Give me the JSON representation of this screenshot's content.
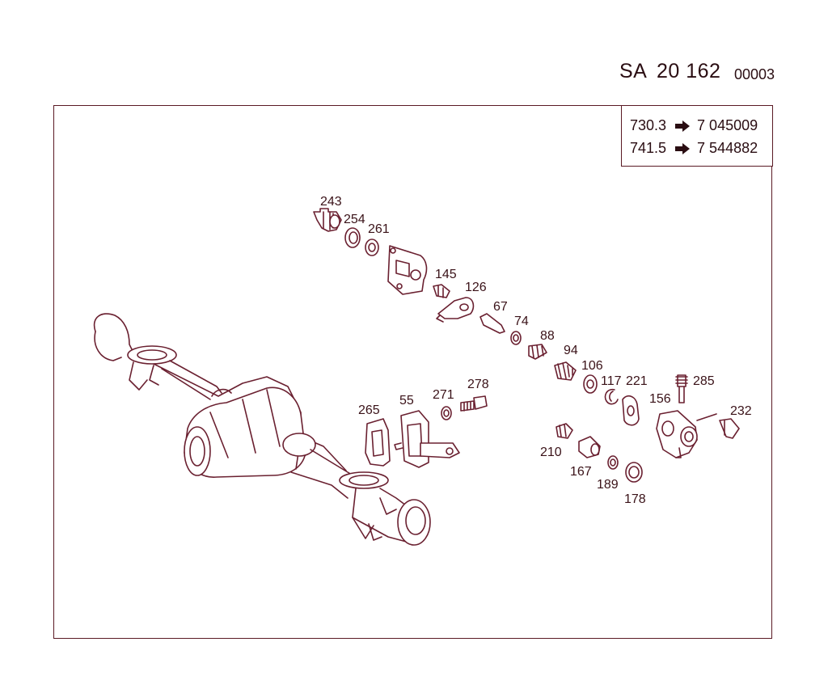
{
  "header": {
    "sa_label": "SA",
    "sa_number": "20 162",
    "code": "00003"
  },
  "references": [
    {
      "from": "730.3",
      "to": "7 045009"
    },
    {
      "from": "741.5",
      "to": "7 544882"
    }
  ],
  "part_labels": {
    "p243": "243",
    "p254": "254",
    "p261": "261",
    "p145": "145",
    "p126": "126",
    "p67": "67",
    "p74": "74",
    "p88": "88",
    "p94": "94",
    "p106": "106",
    "p117": "117",
    "p221": "221",
    "p156": "156",
    "p285": "285",
    "p232": "232",
    "p265": "265",
    "p55": "55",
    "p271": "271",
    "p278": "278",
    "p210": "210",
    "p167": "167",
    "p189": "189",
    "p178": "178"
  },
  "colors": {
    "line": "#6a2030",
    "text": "#2a0d12"
  },
  "icons": {
    "arrow": "right-arrow-icon"
  }
}
